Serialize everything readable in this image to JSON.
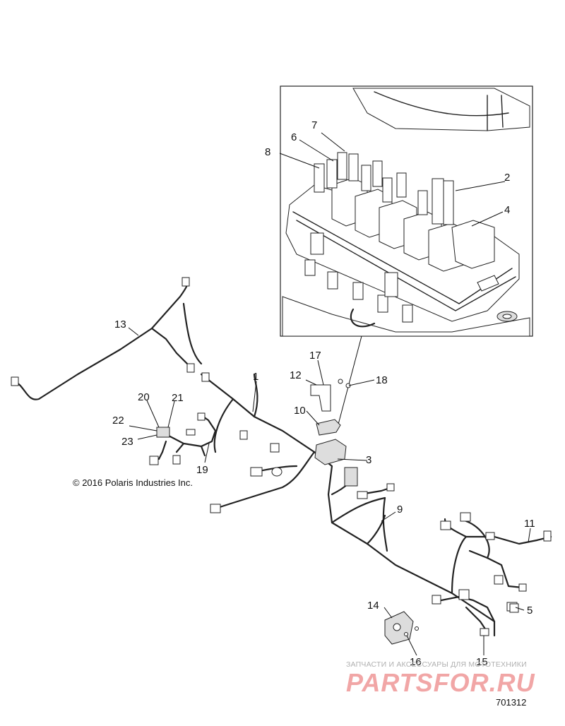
{
  "copyright": "© 2016 Polaris Industries Inc.",
  "watermark": {
    "subtitle": "ЗАПЧАСТИ И АКСЕССУАРЫ ДЛЯ МОТОТЕХНИКИ",
    "brand": "PARTSFOR.RU"
  },
  "diagram_number": "701312",
  "callouts": {
    "c1": "1",
    "c2": "2",
    "c3": "3",
    "c4": "4",
    "c5": "5",
    "c6": "6",
    "c7": "7",
    "c8": "8",
    "c9": "9",
    "c10": "10",
    "c11": "11",
    "c12": "12",
    "c13": "13",
    "c14": "14",
    "c15": "15",
    "c16": "16",
    "c17": "17",
    "c18": "18",
    "c19": "19",
    "c20": "20",
    "c21": "21",
    "c22": "22",
    "c23": "23"
  }
}
